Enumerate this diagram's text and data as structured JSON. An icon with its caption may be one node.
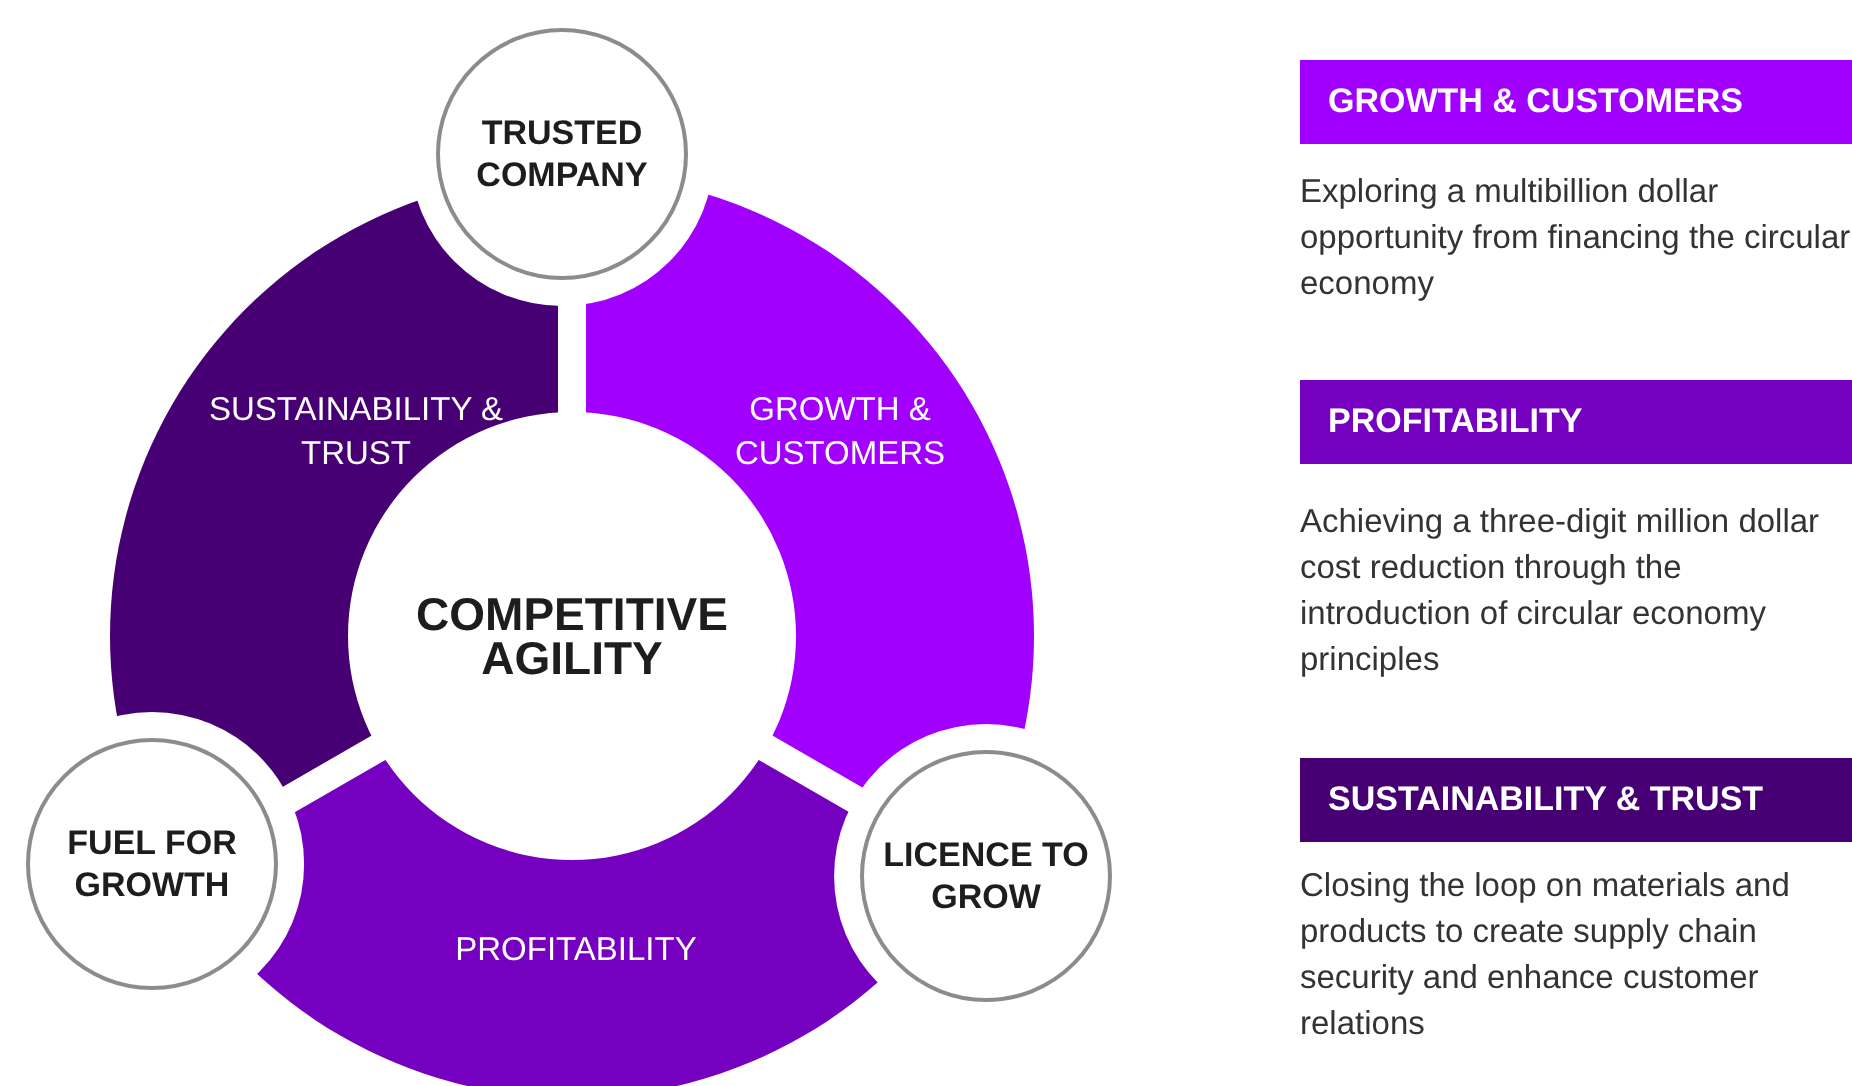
{
  "diagram": {
    "nodes": [
      {
        "text": [
          "TRUSTED COMPANY"
        ]
      },
      {
        "text": [
          "SUSTAINABILITY & TRUST"
        ]
      },
      {
        "text": [
          "GROWTH & CUSTOMERS"
        ]
      },
      {
        "text": [
          "COMPETITIVE AGILITY"
        ]
      },
      {
        "text": [
          "FUEL FOR GROWTH"
        ]
      },
      {
        "text": [
          "PROFITABILITY"
        ]
      },
      {
        "text": [
          "LICENCE TO GROW"
        ]
      },
      {
        "text": [
          "GROWTH & CUSTOMERS"
        ],
        "beside": [
          "Exploring a multibillion dollar opportunity from financing the circular economy"
        ]
      },
      {
        "text": [
          "PROFITABILITY"
        ],
        "beside": [
          "Achieving a three-digit million dollar cost reduction through the introduction of circular economy principles"
        ]
      },
      {
        "text": [
          "SUSTAINABILITY & TRUST"
        ],
        "beside": [
          "Closing the loop on materials and products to create supply chain security and enhance customer relations"
        ]
      }
    ]
  }
}
